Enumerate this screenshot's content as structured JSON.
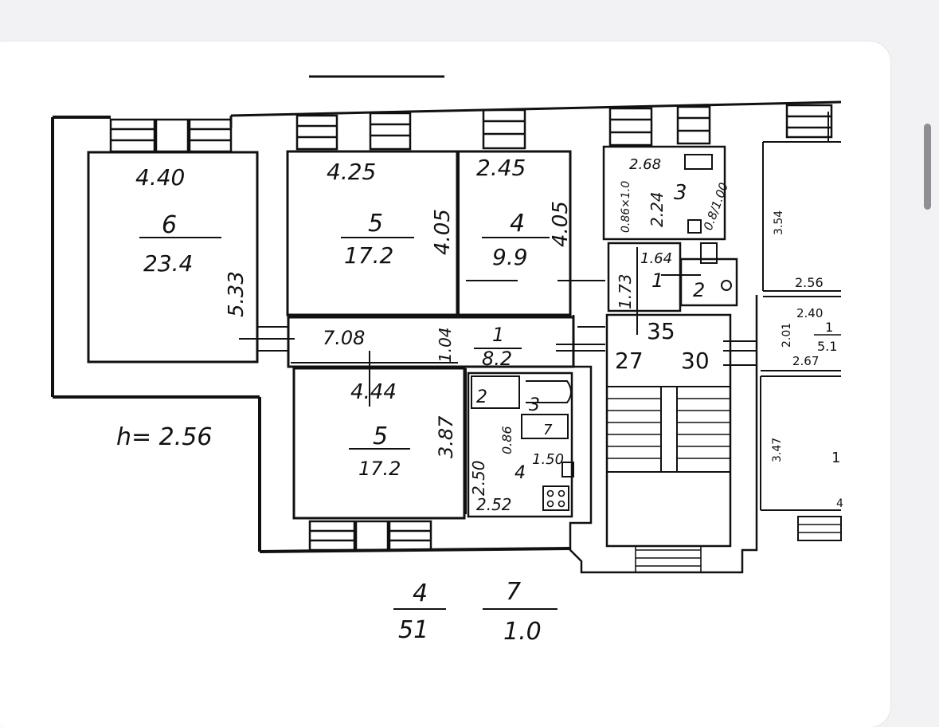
{
  "floorplan": {
    "rooms": [
      {
        "id": "room6",
        "number": "6",
        "area": "23.4",
        "width": "4.40",
        "depth": "5.33"
      },
      {
        "id": "room5-top",
        "number": "5",
        "area": "17.2",
        "width": "4.25",
        "depth": "4.05"
      },
      {
        "id": "room4-top",
        "number": "4",
        "area": "9.9",
        "width": "2.45",
        "depth": "4.05"
      },
      {
        "id": "room3",
        "number": "3",
        "width": "2.68",
        "depth": "2.24",
        "dim_a": "0.86×1.0",
        "dim_b": "0.8/1.00"
      },
      {
        "id": "room1-small",
        "number": "1",
        "width": "1.64",
        "depth": "1.73"
      },
      {
        "id": "room2-small",
        "number": "2"
      },
      {
        "id": "corridor",
        "number": "1",
        "area": "8.2",
        "width": "7.08",
        "depth": "1.04"
      },
      {
        "id": "room5-bottom",
        "number": "5",
        "area": "17.2",
        "width": "4.44",
        "depth": "3.87"
      },
      {
        "id": "kitchen",
        "number": "4",
        "width": "2.52",
        "depth": "2.50",
        "dim_a": "1.50",
        "dim_b": "0.86"
      },
      {
        "id": "bath2",
        "number": "2"
      },
      {
        "id": "bath3",
        "number": "3"
      },
      {
        "id": "bath7",
        "number": "7"
      }
    ],
    "stair_numbers": {
      "top": "35",
      "left": "27",
      "right": "30"
    },
    "neighbor": {
      "dim_354": "3.54",
      "dim_256": "2.56",
      "dim_240": "2.40",
      "dim_201": "2.01",
      "room_num": "1",
      "room_area": "5.1",
      "dim_267": "2.67",
      "dim_347": "3.47",
      "partial_1": "1",
      "partial_4": "4"
    },
    "ceiling_height": "h= 2.56",
    "totals": [
      {
        "number": "4",
        "value": "51"
      },
      {
        "number": "7",
        "value": "1.0"
      }
    ]
  }
}
